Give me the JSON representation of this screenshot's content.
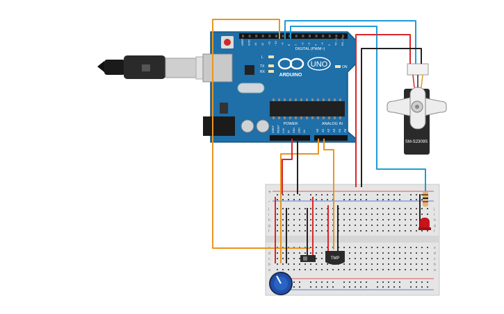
{
  "arduino": {
    "brand": "ARDUINO",
    "model": "UNO",
    "digital_header": "DIGITAL (PWM~)",
    "power_header": "POWER",
    "analog_header": "ANALOG IN",
    "tx_label": "TX",
    "rx_label": "RX",
    "on_label": "ON",
    "l_label": "L",
    "digital_pins": [
      "AREF",
      "GND",
      "13",
      "12",
      "~11",
      "~10",
      "~9",
      "8",
      "7",
      "~6",
      "~5",
      "4",
      "~3",
      "2",
      "TX→1",
      "RX←0"
    ],
    "power_pins": [
      "IOREF",
      "RESET",
      "3.3V",
      "5V",
      "GND",
      "GND",
      "Vin"
    ],
    "analog_pins": [
      "A0",
      "A1",
      "A2",
      "A3",
      "A4",
      "A5"
    ]
  },
  "servo": {
    "model": "SM-S2309S"
  },
  "sensor": {
    "label": "TMP"
  },
  "breadboard": {
    "row_letters_top": [
      "j",
      "i",
      "h",
      "g",
      "f"
    ],
    "row_letters_bottom": [
      "e",
      "d",
      "c",
      "b",
      "a"
    ],
    "rail_plus": "+",
    "rail_minus": "-"
  },
  "colors": {
    "board_blue": "#1f6fa8",
    "wire_orange": "#e8961e",
    "wire_red": "#d8262b",
    "wire_black": "#222222",
    "wire_blue": "#1e9bd7",
    "led_red": "#c8131a"
  }
}
